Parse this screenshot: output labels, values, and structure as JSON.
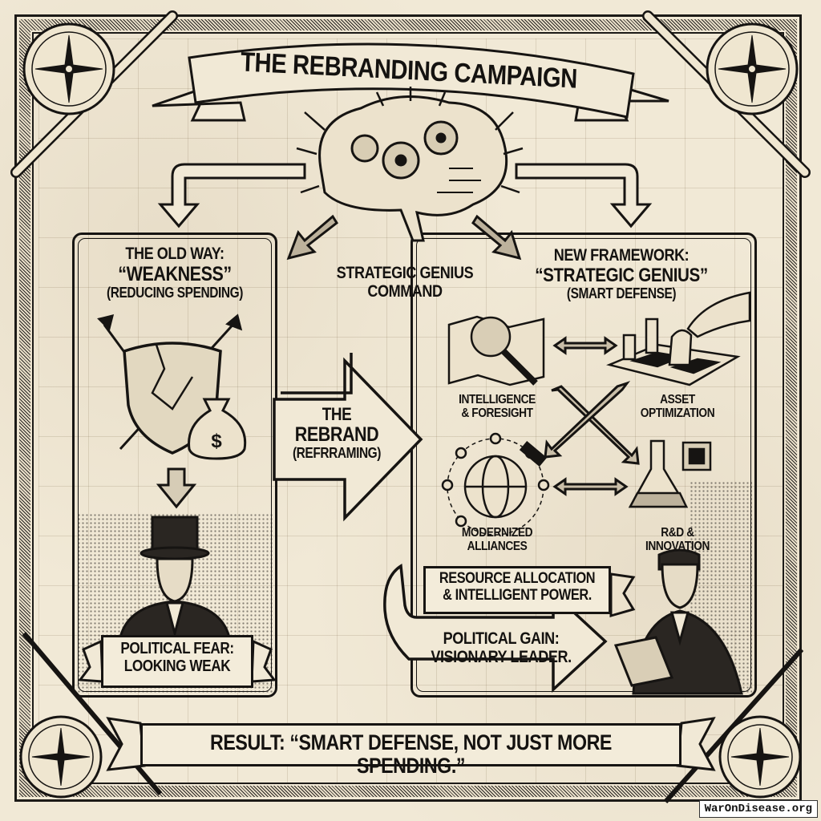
{
  "title": "The Rebranding Campaign",
  "center": {
    "label_line1": "Strategic Genius",
    "label_line2": "Command",
    "icon": "brain-with-gears-icon"
  },
  "old_way": {
    "line1": "The Old Way:",
    "line2": "“Weakness”",
    "line3": "(Reducing Spending)",
    "icons": [
      "broken-shield-icon",
      "crossed-swords-icon",
      "money-bag-icon",
      "down-arrow-icon",
      "top-hat-politician-icon"
    ],
    "outcome_line1": "Political Fear:",
    "outcome_line2": "Looking Weak"
  },
  "rebrand": {
    "line1": "The",
    "line2": "Rebrand",
    "line3": "(Refrraming)"
  },
  "new_framework": {
    "line1": "New Framework:",
    "line2": "“Strategic Genius”",
    "line3": "(Smart Defense)",
    "pillars": [
      {
        "line1": "Intelligence",
        "line2": "& Foresight",
        "icon": "magnifier-map-icon"
      },
      {
        "line1": "Asset",
        "line2": "Optimization",
        "icon": "chess-board-icon"
      },
      {
        "line1": "Modernized",
        "line2": "Alliances",
        "icon": "globe-network-icon"
      },
      {
        "line1": "R&D &",
        "line2": "Innovation",
        "icon": "flask-chip-icon"
      }
    ],
    "resource_line1": "Resource Allocation",
    "resource_line2": "& Intelligent Power.",
    "gain_line1": "Political Gain:",
    "gain_line2": "Visionary Leader."
  },
  "result": "Result: “Smart Defense, Not Just More Spending.”",
  "watermark": "WarOnDisease.org",
  "colors": {
    "ink": "#161412",
    "paper": "#f1e9d6",
    "grid": "#b8a88a"
  }
}
